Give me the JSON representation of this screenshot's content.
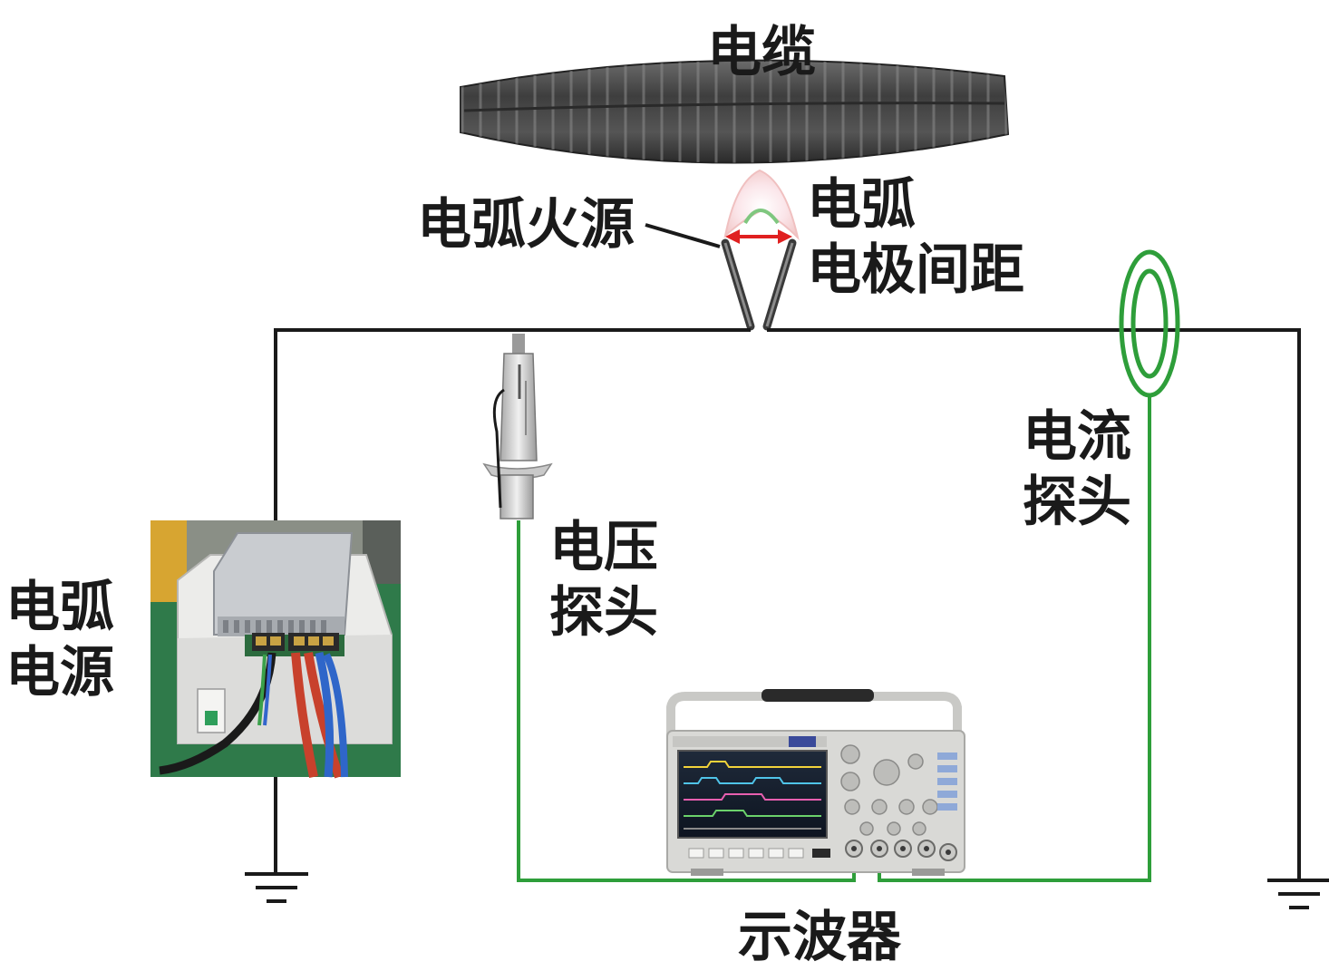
{
  "labels": {
    "cable": "电缆",
    "arc_fire_source": "电弧火源",
    "arc_electrode_gap_line1": "电弧",
    "arc_electrode_gap_line2": "电极间距",
    "current_probe_line1": "电流",
    "current_probe_line2": "探头",
    "voltage_probe_line1": "电压",
    "voltage_probe_line2": "探头",
    "arc_power_line1": "电弧",
    "arc_power_line2": "电源",
    "oscilloscope": "示波器"
  },
  "colors": {
    "wire": "#1a1a1a",
    "signal_wire": "#2e9e3a",
    "current_probe": "#2e9e3a",
    "gap_arrow": "#e02020",
    "cable": "#4a4a4a",
    "power_supply_bg": "#2f7a4a",
    "oscilloscope_body": "#d9d9d6"
  }
}
